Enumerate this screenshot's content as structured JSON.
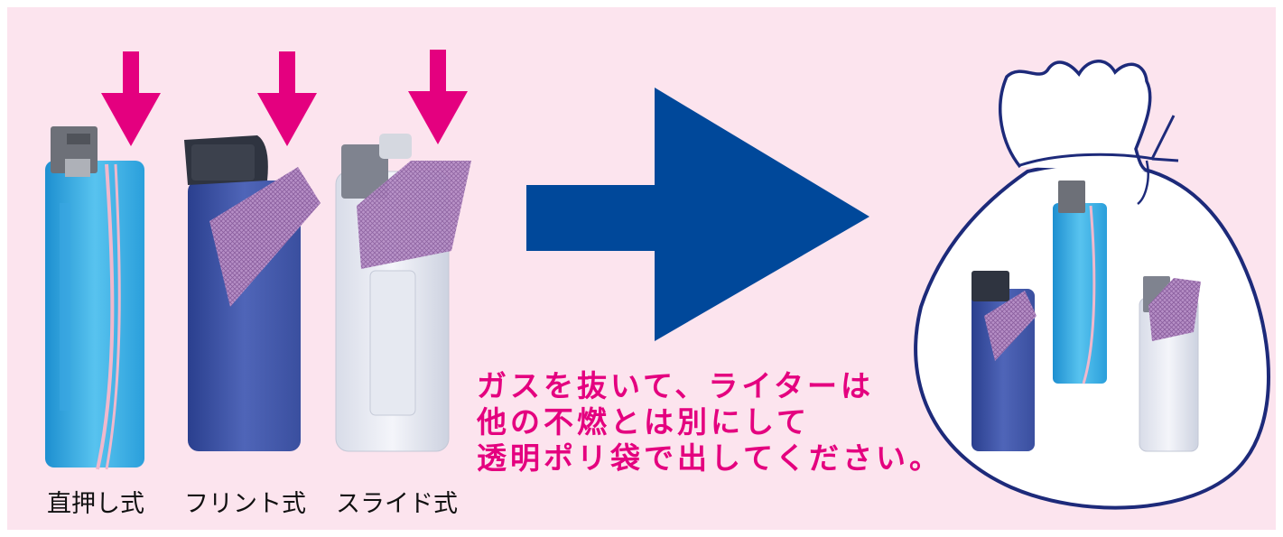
{
  "captions": {
    "push_type": "直押し式",
    "flint_type": "フリント式",
    "slide_type": "スライド式"
  },
  "instruction": {
    "line1": "ガスを抜いて、ライターは",
    "line2": "他の不燃とは別にして",
    "line3": "透明ポリ袋で出してください。"
  },
  "colors": {
    "background": "#fce4ee",
    "arrow_small": "#e4007f",
    "arrow_big": "#00489a",
    "text_accent": "#e4007f",
    "bag_outline": "#1d2a7a"
  }
}
